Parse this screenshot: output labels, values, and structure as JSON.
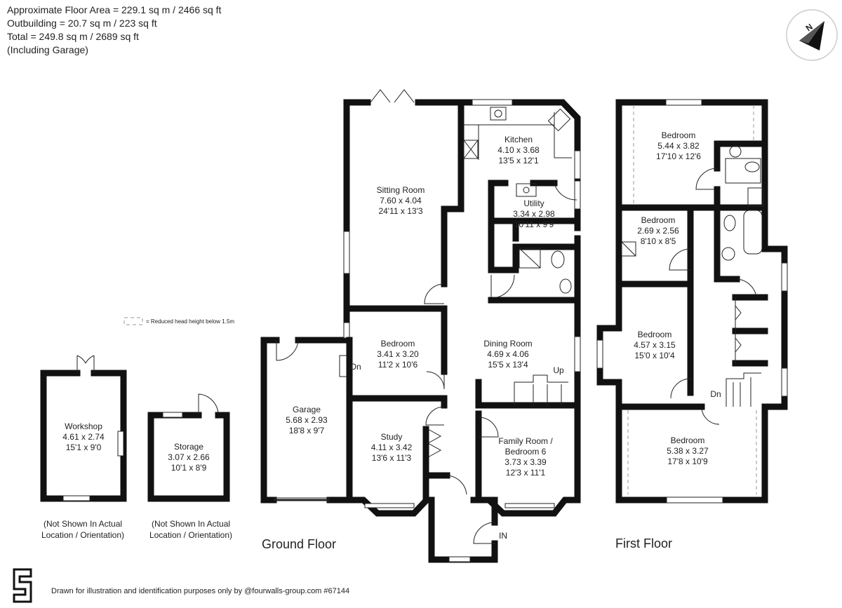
{
  "header": {
    "line1": "Approximate Floor Area = 229.1 sq m / 2466 sq ft",
    "line2": "Outbuilding = 20.7 sq m / 223 sq ft",
    "line3": "Total = 249.8 sq m / 2689 sq ft",
    "line4": "(Including Garage)"
  },
  "compass": {
    "letter": "N"
  },
  "legend": {
    "text": "= Reduced head height below 1.5m"
  },
  "ground_floor": {
    "title": "Ground Floor",
    "sitting": {
      "name": "Sitting Room",
      "metric": "7.60 x 4.04",
      "imperial": "24'11 x 13'3"
    },
    "kitchen": {
      "name": "Kitchen",
      "metric": "4.10 x 3.68",
      "imperial": "13'5 x 12'1"
    },
    "utility": {
      "name": "Utility",
      "metric": "3.34 x 2.98",
      "imperial": "10'11 x 9'9"
    },
    "bedroom": {
      "name": "Bedroom",
      "metric": "3.41 x 3.20",
      "imperial": "11'2 x 10'6"
    },
    "dining": {
      "name": "Dining Room",
      "metric": "4.69 x 4.06",
      "imperial": "15'5 x 13'4"
    },
    "garage": {
      "name": "Garage",
      "metric": "5.68 x 2.93",
      "imperial": "18'8 x 9'7"
    },
    "study": {
      "name": "Study",
      "metric": "4.11 x 3.42",
      "imperial": "13'6 x 11'3"
    },
    "family": {
      "name1": "Family Room /",
      "name2": "Bedroom 6",
      "metric": "3.73 x 3.39",
      "imperial": "12'3 x 11'1"
    },
    "up": "Up",
    "dn": "Dn",
    "in": "IN"
  },
  "first_floor": {
    "title": "First Floor",
    "bed1": {
      "name": "Bedroom",
      "metric": "5.44 x 3.82",
      "imperial": "17'10 x 12'6"
    },
    "bed2": {
      "name": "Bedroom",
      "metric": "2.69 x 2.56",
      "imperial": "8'10 x 8'5"
    },
    "bed3": {
      "name": "Bedroom",
      "metric": "4.57 x 3.15",
      "imperial": "15'0 x 10'4"
    },
    "bed4": {
      "name": "Bedroom",
      "metric": "5.38 x 3.27",
      "imperial": "17'8 x 10'9"
    },
    "dn": "Dn"
  },
  "outbuildings": {
    "workshop": {
      "name": "Workshop",
      "metric": "4.61 x 2.74",
      "imperial": "15'1 x 9'0",
      "note1": "(Not Shown In Actual",
      "note2": "Location / Orientation)"
    },
    "storage": {
      "name": "Storage",
      "metric": "3.07 x 2.66",
      "imperial": "10'1 x 8'9",
      "note1": "(Not Shown In Actual",
      "note2": "Location / Orientation)"
    }
  },
  "footer": {
    "text": "Drawn for illustration and identification purposes only by @fourwalls-group.com #67144"
  }
}
